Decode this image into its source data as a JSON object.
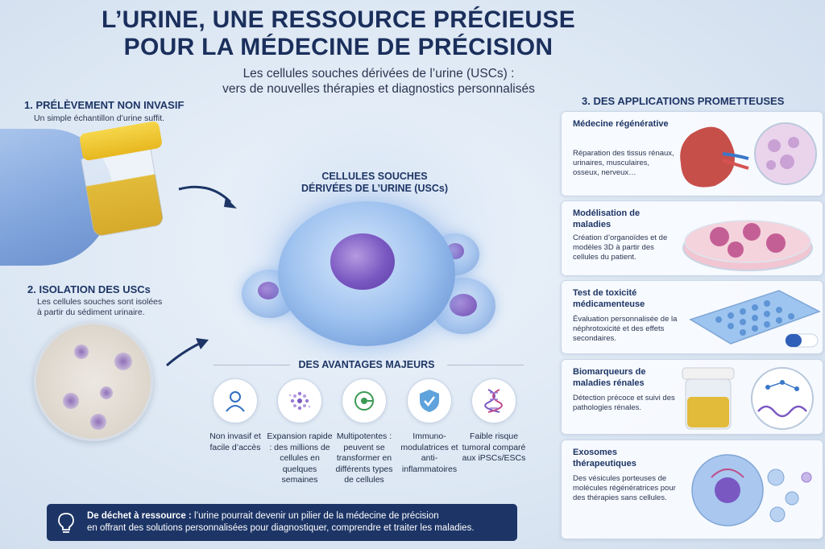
{
  "header": {
    "title_line1": "L’URINE, UNE RESSOURCE PRÉCIEUSE",
    "title_line2": "POUR LA MÉDECINE DE PRÉCISION",
    "subtitle_line1": "Les cellules souches dérivées de l’urine (USCs) :",
    "subtitle_line2": "vers de nouvelles thérapies et diagnostics personnalisés"
  },
  "step1": {
    "title": "1. PRÉLÈVEMENT NON INVASIF",
    "text": "Un simple échantillon d’urine suffit."
  },
  "step2": {
    "title": "2. ISOLATION DES USCs",
    "text_line1": "Les cellules souches sont isolées",
    "text_line2": "à partir du sédiment urinaire."
  },
  "center": {
    "label_line1": "CELLULES SOUCHES",
    "label_line2": "DÉRIVÉES DE L’URINE (USCs)"
  },
  "advantages": {
    "title": "DES AVANTAGES MAJEURS",
    "items": [
      {
        "icon": "person-icon",
        "text": "Non invasif et facile d’accès"
      },
      {
        "icon": "cells-dots-icon",
        "text": "Expansion rapide : des millions de cellules en quelques semaines"
      },
      {
        "icon": "differentiation-icon",
        "text": "Multipotentes : peuvent se transformer en différents types de cellules"
      },
      {
        "icon": "shield-check-icon",
        "text": "Immuno-modulatrices et anti-inflammatoires"
      },
      {
        "icon": "dna-icon",
        "text": "Faible risque tumoral comparé aux iPSCs/ESCs"
      }
    ]
  },
  "banner": {
    "bold": "De déchet à ressource :",
    "line1": " l’urine pourrait devenir un pilier de la médecine de précision",
    "line2": "en offrant des solutions personnalisées pour diagnostiquer, comprendre et traiter les maladies.",
    "icon": "lightbulb-icon"
  },
  "applications": {
    "title": "3. DES APPLICATIONS PROMETTEUSES",
    "cards": [
      {
        "title": "Médecine régénérative",
        "text": "Réparation des tissus rénaux, urinaires, musculaires, osseux, nerveux…",
        "image": "kidney-icon"
      },
      {
        "title": "Modélisation de maladies",
        "text": "Création d’organoïdes et de modèles 3D à partir des cellules du patient.",
        "image": "petri-dish-icon"
      },
      {
        "title": "Test de toxicité médicamenteuse",
        "text": "Évaluation personnalisée de la néphrotoxicité et des effets secondaires.",
        "image": "well-plate-icon"
      },
      {
        "title": "Biomarqueurs de maladies rénales",
        "text": "Détection précoce et suivi des pathologies rénales.",
        "image": "urine-cup-icon"
      },
      {
        "title": "Exosomes thérapeutiques",
        "text": "Des vésicules porteuses de molécules régénératrices pour des thérapies sans cellules.",
        "image": "exosome-icon"
      }
    ]
  },
  "colors": {
    "navy": "#1d3566",
    "heading": "#1e3565",
    "accent_blue": "#2f6fc4",
    "accent_purple": "#7a58c2",
    "accent_green": "#3b9a54",
    "urine_yellow": "#e2bb3a"
  }
}
